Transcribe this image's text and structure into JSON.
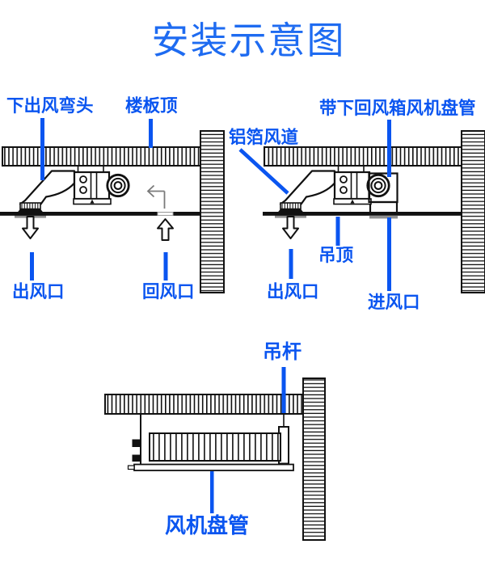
{
  "title": "安装示意图",
  "colors": {
    "label_blue": "#0a55f0",
    "title_blue": "#1e6bf1",
    "line_black": "#111111",
    "arrow_gray": "#7a7a7a"
  },
  "top_left_diagram": {
    "labels": {
      "down_outlet_elbow": "下出风弯头",
      "floor_slab_top": "楼板顶",
      "air_outlet": "出风口",
      "return_air_inlet": "回风口"
    }
  },
  "top_right_diagram": {
    "labels": {
      "aluminum_foil_duct": "铝箔风道",
      "fcu_with_bottom_return_box": "带下回风箱风机盘管",
      "air_outlet": "出风口",
      "suspended_ceiling": "吊顶",
      "air_inlet": "进风口"
    }
  },
  "bottom_diagram": {
    "labels": {
      "hanger_rod": "吊杆",
      "fan_coil_unit": "风机盘管"
    }
  }
}
